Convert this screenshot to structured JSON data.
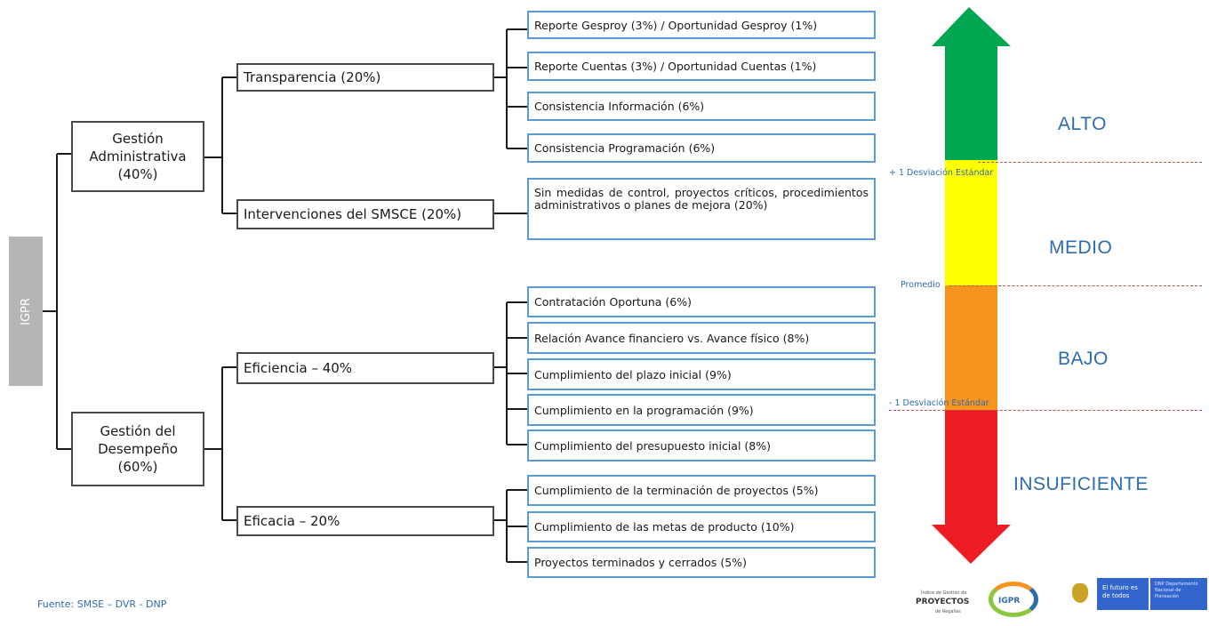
{
  "root": {
    "label": "IGPR"
  },
  "branches": [
    {
      "label": "Gestión Administrativa (40%)",
      "groups": [
        {
          "label": "Transparencia (20%)",
          "items": [
            "Reporte Gesproy (3%)  / Oportunidad Gesproy (1%)",
            "Reporte Cuentas (3%) / Oportunidad Cuentas (1%)",
            "Consistencia Información (6%)",
            "Consistencia Programación (6%)"
          ]
        },
        {
          "label": "Intervenciones del SMSCE (20%)",
          "items": [
            "Sin medidas de control, proyectos críticos, procedimientos administrativos o planes de mejora (20%)"
          ]
        }
      ]
    },
    {
      "label": "Gestión del Desempeño (60%)",
      "groups": [
        {
          "label": "Eficiencia – 40%",
          "items": [
            "Contratación Oportuna (6%)",
            "Relación Avance financiero vs. Avance físico (8%)",
            "Cumplimiento del plazo inicial (9%)",
            "Cumplimiento en la programación (9%)",
            "Cumplimiento del presupuesto inicial (8%)"
          ]
        },
        {
          "label": "Eficacia – 20%",
          "items": [
            "Cumplimiento de la terminación de proyectos (5%)",
            "Cumplimiento de las metas de producto (10%)",
            "Proyectos terminados y cerrados (5%)"
          ]
        }
      ]
    }
  ],
  "scale": {
    "levels": [
      "ALTO",
      "MEDIO",
      "BAJO",
      "INSUFICIENTE"
    ],
    "colors": [
      "#00a650",
      "#ffff00",
      "#f7941d",
      "#ee1c25"
    ],
    "thresholds": [
      "+ 1 Desviación Estándar",
      "Promedio",
      "- 1 Desviación Estándar"
    ]
  },
  "source": "Fuente: SMSE – DVR - DNP",
  "logos": {
    "igpr": {
      "top_text": "Índice de Gestión de",
      "main_text": "PROYECTOS",
      "brand": "IGPR",
      "bottom_text": "de Regalías"
    },
    "gov": {
      "slogan": "El futuro es de todos",
      "entity": "DNP Departamento Nacional de Planeación"
    }
  }
}
